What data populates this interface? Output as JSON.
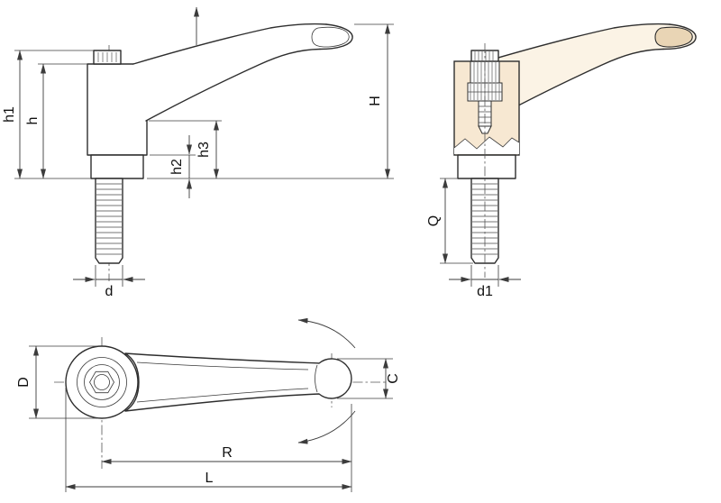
{
  "drawing": {
    "dimensions": {
      "h1": "h1",
      "h": "h",
      "h2": "h2",
      "h3": "h3",
      "H": "H",
      "d": "d",
      "Q": "Q",
      "d1": "d1",
      "D": "D",
      "C": "C",
      "R": "R",
      "L": "L"
    },
    "colors": {
      "line": "#2e2e2e",
      "section_fill": "#f7e8d2",
      "tip_fill": "#e9d5b5",
      "background": "#ffffff"
    }
  }
}
